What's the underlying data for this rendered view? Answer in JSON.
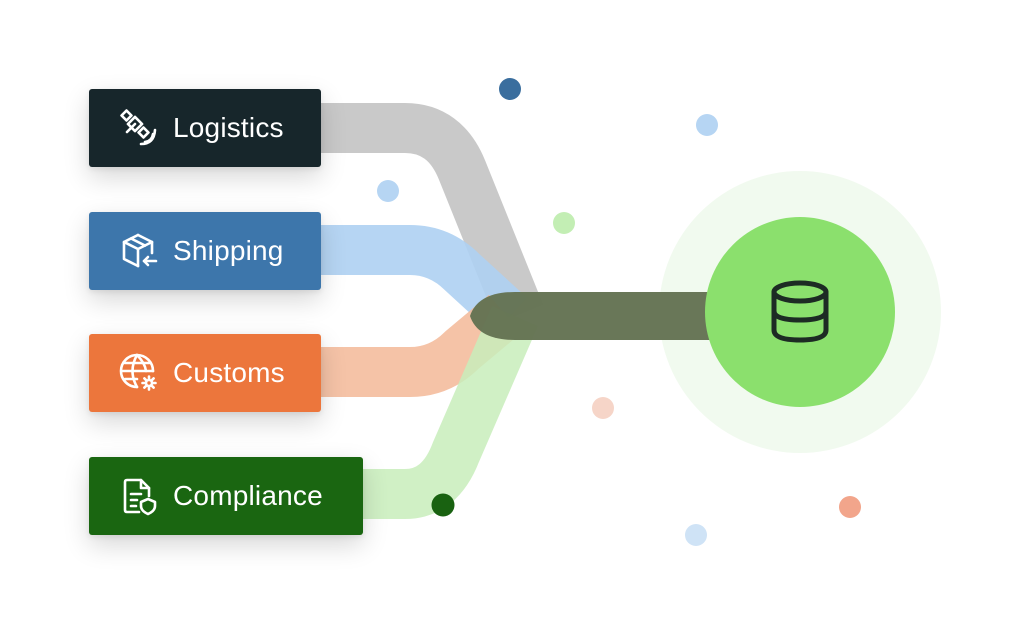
{
  "sources": [
    {
      "id": "logistics",
      "label": "Logistics",
      "icon": "satellite-signal-icon",
      "color": "#17262b",
      "flow_color": "#c6c6c6"
    },
    {
      "id": "shipping",
      "label": "Shipping",
      "icon": "box-return-icon",
      "color": "#3d76ab",
      "flow_color": "#aed0f2"
    },
    {
      "id": "customs",
      "label": "Customs",
      "icon": "globe-gear-icon",
      "color": "#ec763c",
      "flow_color": "#f3b898"
    },
    {
      "id": "compliance",
      "label": "Compliance",
      "icon": "document-shield-icon",
      "color": "#1a6611",
      "flow_color": "#c8edbb"
    }
  ],
  "target": {
    "icon": "database-icon",
    "color": "#8be06d",
    "halo_color": "#f1faef",
    "merged_flow_color": "#647353"
  },
  "decor_colors": [
    "#3a6e9e",
    "#b6d5f3",
    "#c3eeb4",
    "#f6d5c8",
    "#f2a58b",
    "#cfe3f6",
    "#196211"
  ]
}
